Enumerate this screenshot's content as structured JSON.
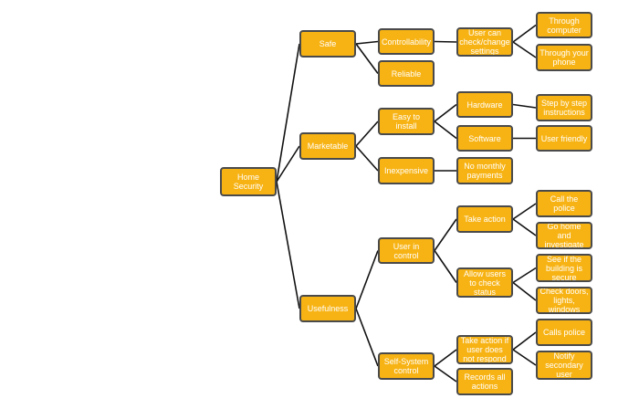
{
  "colors": {
    "node_fill": "#f7b314",
    "node_border": "#4a4a4a",
    "node_text": "#ffffff",
    "connector": "#111111"
  },
  "tree": {
    "root": "Home Security",
    "safe": {
      "label": "Safe",
      "controllability": {
        "label": "Controllability",
        "user_can_change": {
          "label": "User can check/change settings",
          "through_computer": "Through computer",
          "through_phone": "Through your phone"
        }
      },
      "reliable": "Reliable"
    },
    "marketable": {
      "label": "Marketable",
      "easy_to_install": {
        "label": "Easy to install",
        "hardware": {
          "label": "Hardware",
          "step_by_step": "Step by step instructions"
        },
        "software": {
          "label": "Software",
          "user_friendly": "User friendly"
        }
      },
      "inexpensive": {
        "label": "Inexpensive",
        "no_monthly": "No monthly payments"
      }
    },
    "usefulness": {
      "label": "Usefulness",
      "user_in_control": {
        "label": "User in control",
        "take_action": {
          "label": "Take action",
          "call_police": "Call the police",
          "go_home": "Go home and investigate"
        },
        "allow_check": {
          "label": "Allow users to check status",
          "see_secure": "See if the building is secure",
          "check_doors": "Check doors, lights, windows"
        }
      },
      "self_system": {
        "label": "Self-System control",
        "take_action_no_response": {
          "label": "Take action if user does not respond",
          "calls_police": "Calls police",
          "notify_secondary": "Notify secondary user"
        },
        "records": "Records all actions"
      }
    }
  }
}
